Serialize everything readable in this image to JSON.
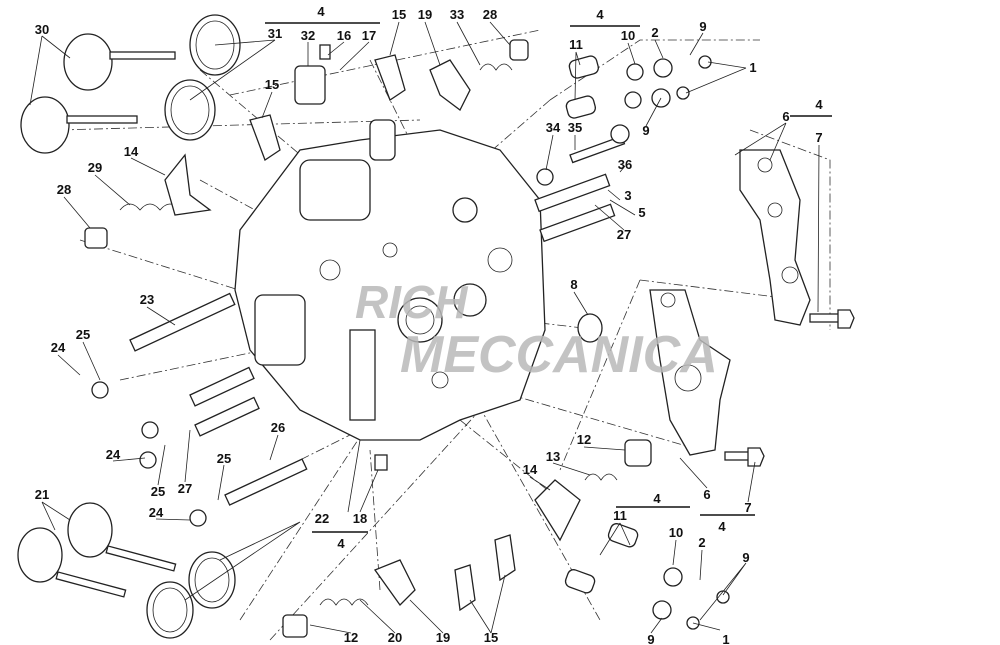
{
  "diagram": {
    "title": "Horizontal cylinder head exploded view",
    "watermark": {
      "line1": "RICH",
      "line2": "MECCANICA"
    },
    "labels": [
      "30",
      "31",
      "4",
      "32",
      "16",
      "17",
      "15",
      "19",
      "33",
      "28",
      "4",
      "11",
      "10",
      "2",
      "9",
      "1",
      "4",
      "6",
      "7",
      "15",
      "14",
      "29",
      "28",
      "34",
      "35",
      "36",
      "3",
      "5",
      "27",
      "9",
      "8",
      "23",
      "25",
      "24",
      "24",
      "25",
      "27",
      "25",
      "26",
      "24",
      "21",
      "22",
      "4",
      "18",
      "12",
      "13",
      "14",
      "4",
      "11",
      "10",
      "2",
      "9",
      "6",
      "7",
      "4",
      "12",
      "20",
      "19",
      "15",
      "9",
      "1"
    ]
  }
}
